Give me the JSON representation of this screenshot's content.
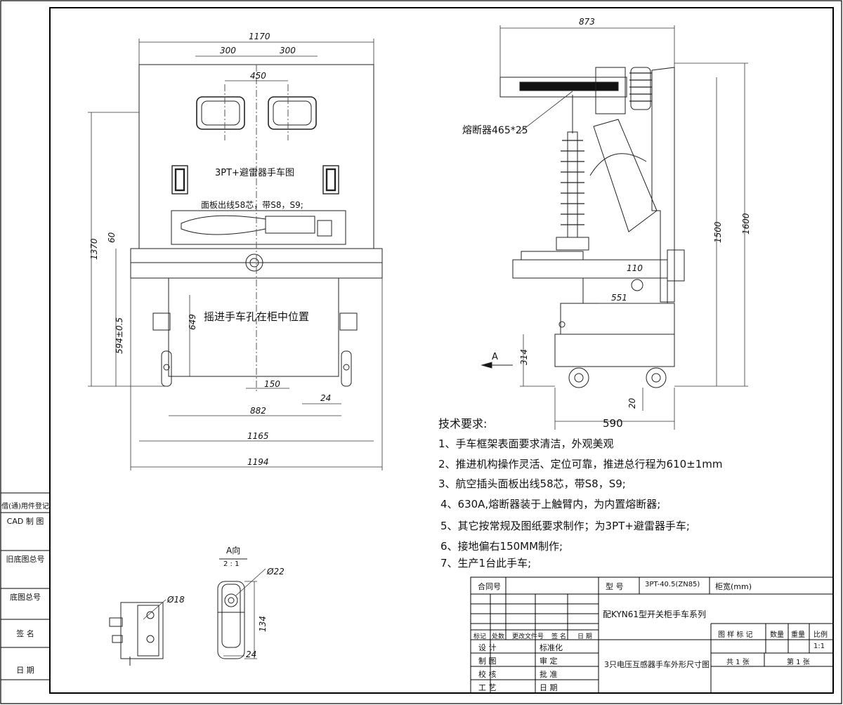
{
  "front_view": {
    "title": "3PT+避雷器手车图",
    "panel_note": "面板出线58芯，带S8，S9;",
    "hole_note": "摇进手车孔在柜中位置",
    "dims": {
      "top_width": "1170",
      "w300a": "300",
      "w300b": "300",
      "w450": "450",
      "h1370": "1370",
      "h60": "60",
      "h594": "594±0.5",
      "h649": "649",
      "w150": "150",
      "w24": "24",
      "w882": "882",
      "w1165": "1165",
      "w1194": "1194"
    }
  },
  "side_view": {
    "fuse_label": "熔断器465*25",
    "arrow_label": "A",
    "dims": {
      "w873": "873",
      "h1600": "1600",
      "h1500": "1500",
      "w551": "551",
      "w110": "110",
      "h314": "314",
      "h20": "20",
      "w590": "590"
    }
  },
  "detail_view": {
    "title": "A向",
    "scale": "2 : 1",
    "dims": {
      "d22": "Ø22",
      "d18": "Ø18",
      "h134": "134",
      "w24": "24"
    }
  },
  "tech_requirements": {
    "heading": "技术要求:",
    "items": [
      "1、手车框架表面要求清洁，外观美观",
      "2、推进机构操作灵活、定位可靠，推进总行程为610±1mm",
      "3、航空插头面板出线58芯，带S8，S9;",
      "4、630A,熔断器装于上触臂内，为内置熔断器;",
      "5、其它按常规及图纸要求制作；为3PT+避雷器手车;",
      "6、接地偏右150MM制作;",
      "7、生产1台此手车;"
    ]
  },
  "left_margin": {
    "labels": [
      "借(通)用件登记",
      "CAD 制 图",
      "旧底图总号",
      "底图总号",
      "签  名",
      "日  期"
    ]
  },
  "title_block": {
    "contract": "合同号",
    "model_label": "型  号",
    "model_value": "3PT-40.5(ZN85)",
    "cabinet_width": "柜宽(mm)",
    "series": "配KYN61型开关柜手车系列",
    "drawing_title": "3只电压互感器手车外形尺寸图",
    "rev_headers": [
      "标记",
      "处数",
      "更改文件号",
      "签  名",
      "日  期"
    ],
    "roles_left": [
      "设  计",
      "制  图",
      "校  核",
      "工  艺"
    ],
    "roles_right": [
      "标准化",
      "审  定",
      "批  准",
      "日  期"
    ],
    "sample_mark": "图 样 标 记",
    "quantity": "数量",
    "weight": "重量",
    "ratio_label": "比例",
    "ratio_value": "1:1",
    "total_sheets": "共 1 张",
    "sheet_no": "第 1 张"
  }
}
